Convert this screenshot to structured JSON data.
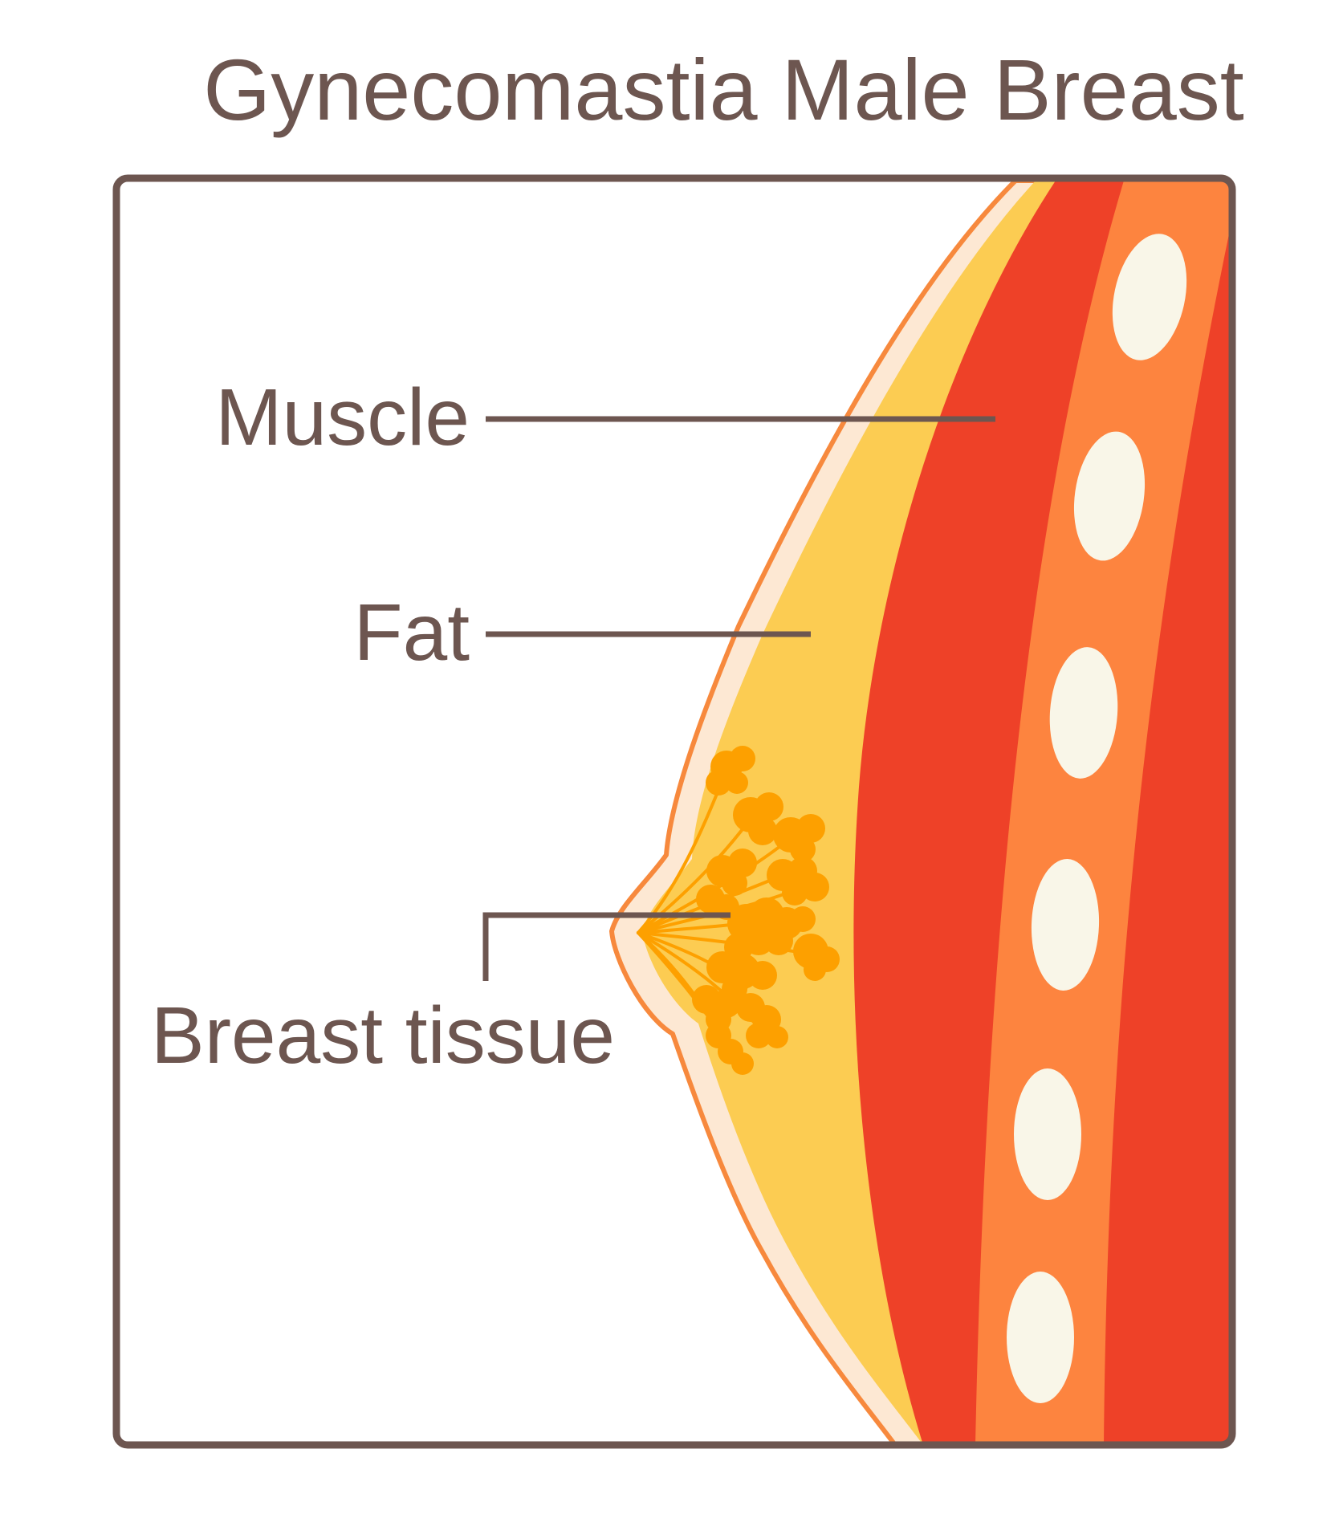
{
  "title": "Gynecomastia Male Breast",
  "labels": {
    "muscle": "Muscle",
    "fat": "Fat",
    "breast_tissue": "Breast tissue"
  },
  "colors": {
    "frame": "#6d5650",
    "text": "#6d5650",
    "skin_outline": "#f7893d",
    "skin_layer": "#fde8d3",
    "fat": "#fccc52",
    "muscle": "#ee4128",
    "rib_band": "#fd843f",
    "rib": "#f9f6e8",
    "gland": "#fda000"
  }
}
